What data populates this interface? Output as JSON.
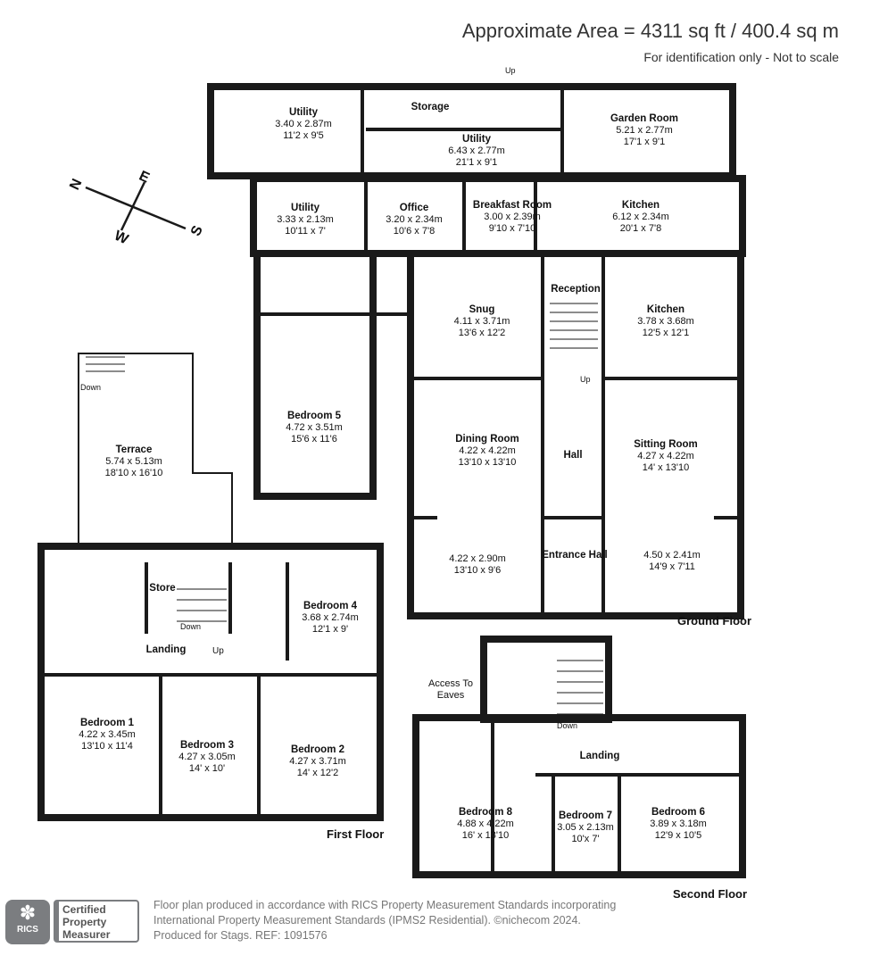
{
  "header": {
    "area": "Approximate Area = 4311 sq ft / 400.4 sq m",
    "note": "For identification only - Not to scale"
  },
  "compass": {
    "n": "N",
    "e": "E",
    "s": "S",
    "w": "W"
  },
  "ground_floor": {
    "label": "Ground Floor",
    "rooms": [
      {
        "name": "Utility",
        "metric": "3.40 x 2.87m",
        "imperial": "11'2 x 9'5"
      },
      {
        "name": "Storage"
      },
      {
        "name": "Utility",
        "metric": "6.43 x 2.77m",
        "imperial": "21'1 x 9'1"
      },
      {
        "name": "Garden Room",
        "metric": "5.21 x 2.77m",
        "imperial": "17'1 x 9'1"
      },
      {
        "name": "Utility",
        "metric": "3.33 x 2.13m",
        "imperial": "10'11 x 7'"
      },
      {
        "name": "Office",
        "metric": "3.20 x 2.34m",
        "imperial": "10'6 x 7'8"
      },
      {
        "name": "Breakfast Room",
        "metric": "3.00 x 2.39m",
        "imperial": "9'10 x 7'10"
      },
      {
        "name": "Kitchen",
        "metric": "6.12 x 2.34m",
        "imperial": "20'1 x 7'8"
      },
      {
        "name": "Snug",
        "metric": "4.11 x 3.71m",
        "imperial": "13'6 x 12'2"
      },
      {
        "name": "Reception"
      },
      {
        "name": "Kitchen",
        "metric": "3.78 x 3.68m",
        "imperial": "12'5 x 12'1"
      },
      {
        "name": "Bedroom 5",
        "metric": "4.72 x 3.51m",
        "imperial": "15'6 x 11'6"
      },
      {
        "name": "Dining Room",
        "metric": "4.22 x 4.22m",
        "imperial": "13'10 x 13'10"
      },
      {
        "name": "",
        "metric": "4.22 x 2.90m",
        "imperial": "13'10 x 9'6"
      },
      {
        "name": "Hall"
      },
      {
        "name": "Sitting Room",
        "metric": "4.27 x 4.22m",
        "imperial": "14' x 13'10"
      },
      {
        "name": "",
        "metric": "4.50 x 2.41m",
        "imperial": "14'9 x 7'11"
      },
      {
        "name": "Entrance Hall"
      }
    ],
    "up_labels": [
      "Up",
      "Up"
    ]
  },
  "first_floor": {
    "label": "First Floor",
    "rooms": [
      {
        "name": "Terrace",
        "metric": "5.74 x 5.13m",
        "imperial": "18'10 x 16'10"
      },
      {
        "name": "Store"
      },
      {
        "name": "Landing"
      },
      {
        "name": "Bedroom 4",
        "metric": "3.68 x 2.74m",
        "imperial": "12'1 x 9'"
      },
      {
        "name": "Bedroom 1",
        "metric": "4.22 x 3.45m",
        "imperial": "13'10 x 11'4"
      },
      {
        "name": "Bedroom 3",
        "metric": "4.27 x 3.05m",
        "imperial": "14' x 10'"
      },
      {
        "name": "Bedroom 2",
        "metric": "4.27 x 3.71m",
        "imperial": "14' x 12'2"
      }
    ],
    "down": "Down",
    "down2": "Down",
    "up": "Up"
  },
  "second_floor": {
    "label": "Second Floor",
    "access": "Access To\nEaves",
    "rooms": [
      {
        "name": "Landing"
      },
      {
        "name": "Bedroom 8",
        "metric": "4.88 x 4.22m",
        "imperial": "16' x 13'10"
      },
      {
        "name": "Bedroom 7",
        "metric": "3.05 x 2.13m",
        "imperial": "10'x 7'"
      },
      {
        "name": "Bedroom 6",
        "metric": "3.89 x 3.18m",
        "imperial": "12'9 x 10'5"
      }
    ],
    "down": "Down"
  },
  "footer": {
    "line1": "Floor plan produced in accordance with RICS Property Measurement Standards incorporating",
    "line2": "International Property Measurement Standards (IPMS2 Residential).   ©nichecom 2024.",
    "line3": "Produced for Stags.   REF: 1091576"
  },
  "badge": {
    "rics": "RICS",
    "cert": "Certified\nProperty\nMeasurer"
  }
}
